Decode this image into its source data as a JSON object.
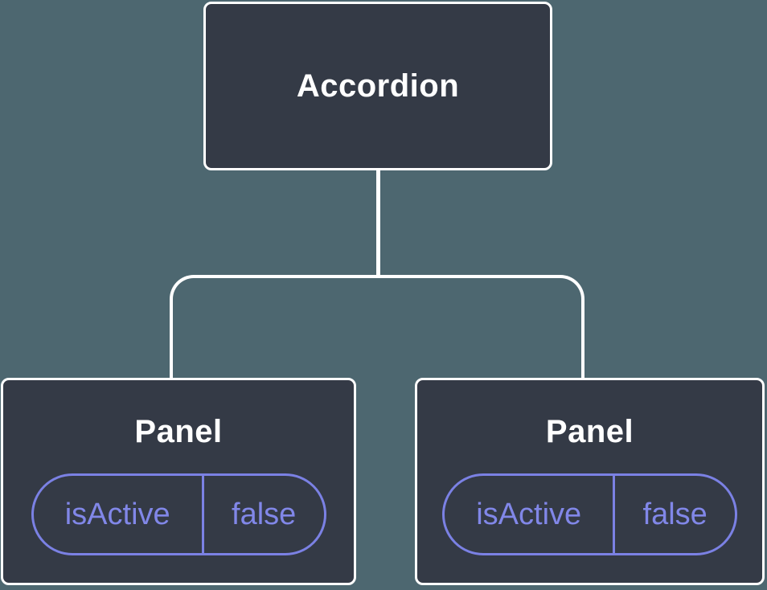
{
  "diagram": {
    "type": "component-tree",
    "colors": {
      "background": "#4d6770",
      "node_fill": "#343a46",
      "node_border": "#ffffff",
      "label_color": "#ffffff",
      "connector": "#ffffff",
      "pill_border": "#7b81e4",
      "pill_text": "#8187e8"
    },
    "root": {
      "label": "Accordion"
    },
    "children": [
      {
        "label": "Panel",
        "state": {
          "name": "isActive",
          "value": "false"
        }
      },
      {
        "label": "Panel",
        "state": {
          "name": "isActive",
          "value": "false"
        }
      }
    ]
  }
}
